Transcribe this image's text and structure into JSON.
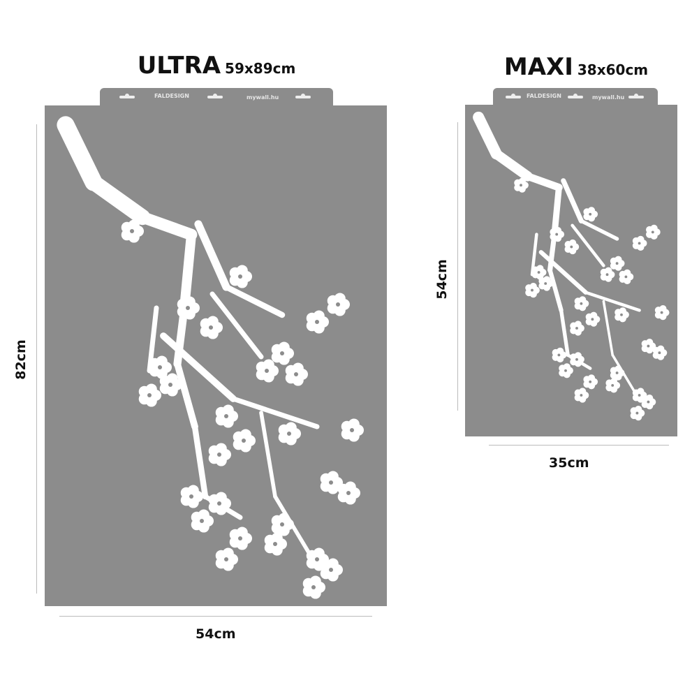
{
  "ultra": {
    "name": "ULTRA",
    "size": "59x89cm",
    "height_label": "82cm",
    "width_label": "54cm",
    "tab_logo": "FALDESIGN",
    "tab_url": "mywall.hu"
  },
  "maxi": {
    "name": "MAXI",
    "size": "38x60cm",
    "height_label": "54cm",
    "width_label": "35cm",
    "tab_logo": "FALDESIGN",
    "tab_url": "mywall.hu"
  },
  "colors": {
    "stencil": "#8c8c8c",
    "cutout": "#ffffff",
    "text": "#111111"
  }
}
